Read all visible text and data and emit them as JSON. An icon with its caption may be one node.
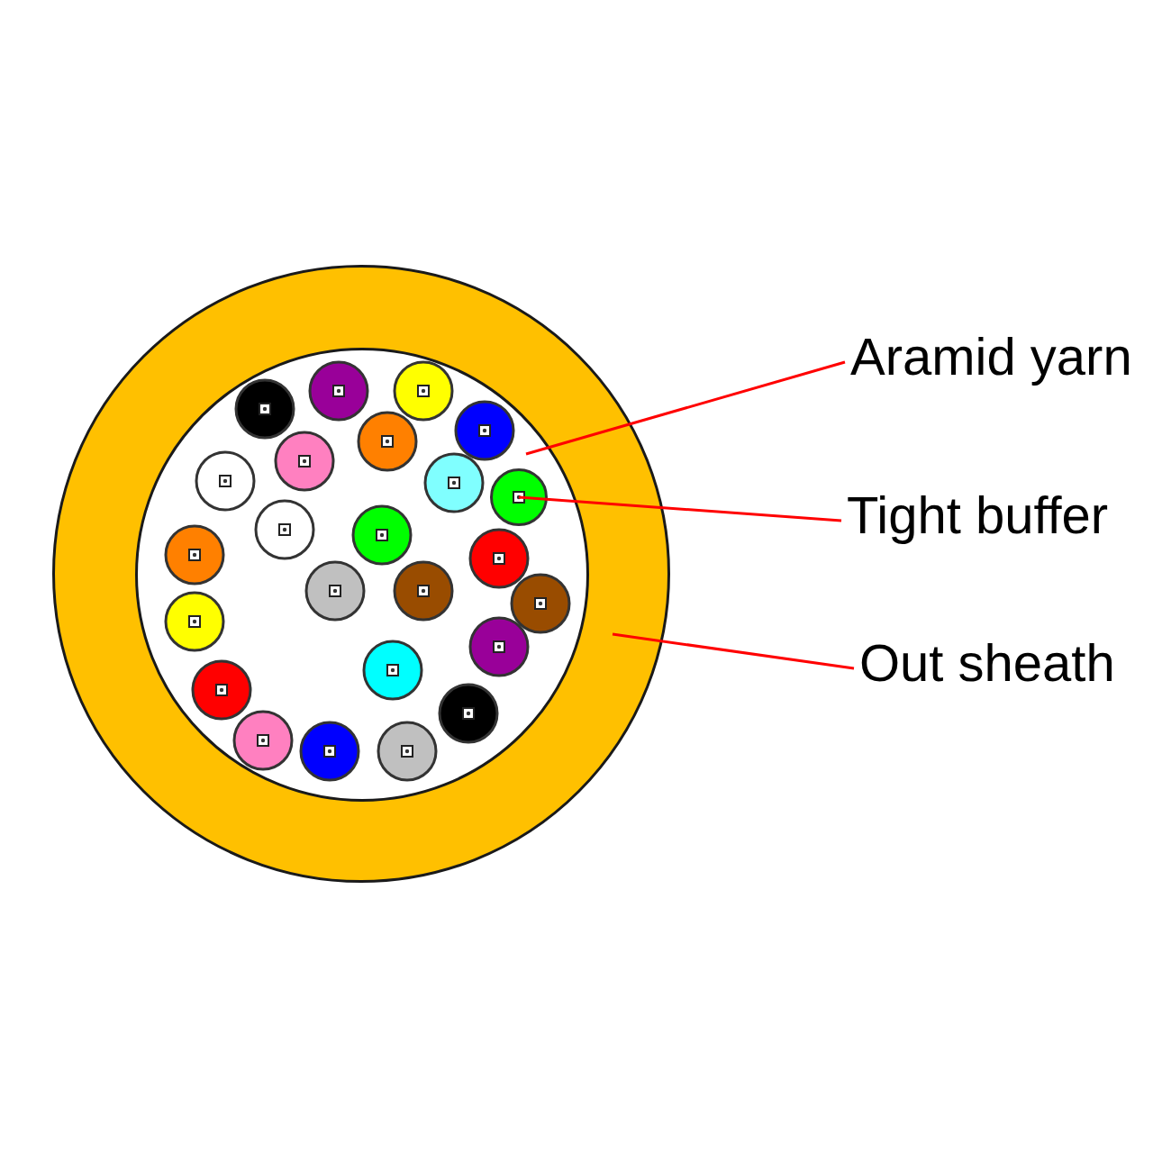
{
  "diagram": {
    "nodes": [
      {
        "text": [],
        "shape": "circle"
      },
      {
        "text": [],
        "shape": "circle",
        "in": 0
      },
      {
        "text": [],
        "shape": "circle",
        "in": 1
      },
      {
        "text": [
          "Aramid yarn"
        ]
      },
      {
        "text": [
          "Tight buffer"
        ]
      },
      {
        "text": [
          "Out sheath"
        ]
      }
    ],
    "edges": [
      {
        "from": 3,
        "to": 1,
        "arrow": "none"
      },
      {
        "from": 4,
        "to": 2,
        "arrow": "none"
      },
      {
        "from": 5,
        "to": 0,
        "arrow": "none"
      }
    ]
  }
}
